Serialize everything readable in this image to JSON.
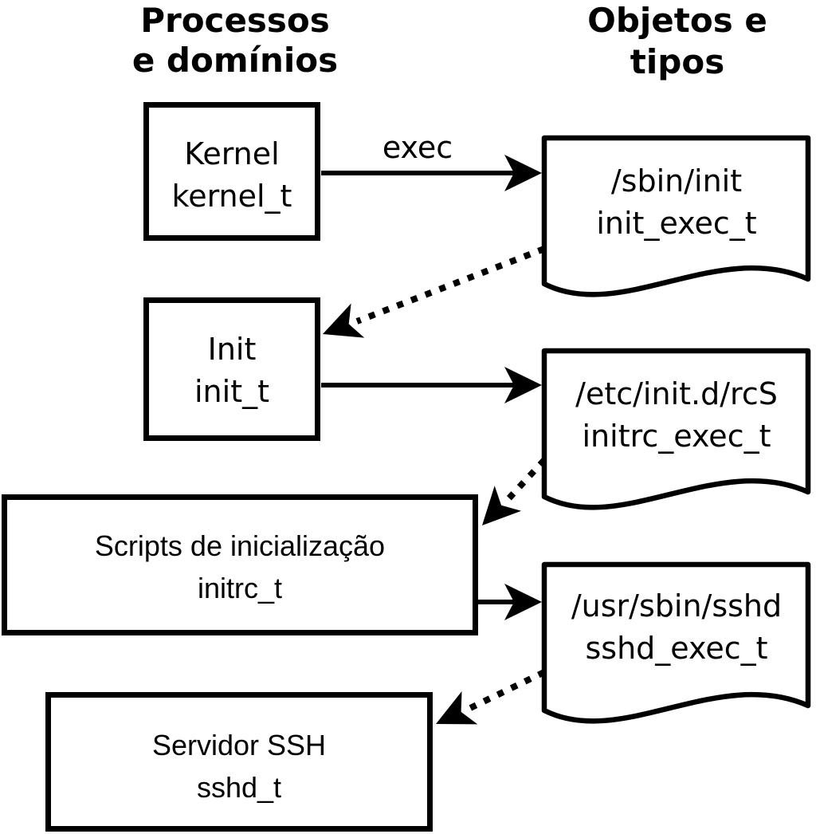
{
  "diagram": {
    "headers": {
      "processes": {
        "line1": "Processos",
        "line2": "e domínios"
      },
      "objects": {
        "line1": "Objetos e",
        "line2": "tipos"
      }
    },
    "edge_label_exec": "exec",
    "processes": [
      {
        "id": "kernel",
        "name": "Kernel",
        "domain": "kernel_t"
      },
      {
        "id": "init",
        "name": "Init",
        "domain": "init_t"
      },
      {
        "id": "initrc",
        "name": "Scripts de inicialização",
        "domain": "initrc_t"
      },
      {
        "id": "sshd",
        "name": "Servidor SSH",
        "domain": "sshd_t"
      }
    ],
    "objects": [
      {
        "id": "init_exec",
        "path": "/sbin/init",
        "type": "init_exec_t"
      },
      {
        "id": "initrc_exec",
        "path": "/etc/init.d/rcS",
        "type": "initrc_exec_t"
      },
      {
        "id": "sshd_exec",
        "path": "/usr/sbin/sshd",
        "type": "sshd_exec_t"
      }
    ],
    "colors": {
      "ink": "#000000",
      "background": "#ffffff"
    }
  }
}
